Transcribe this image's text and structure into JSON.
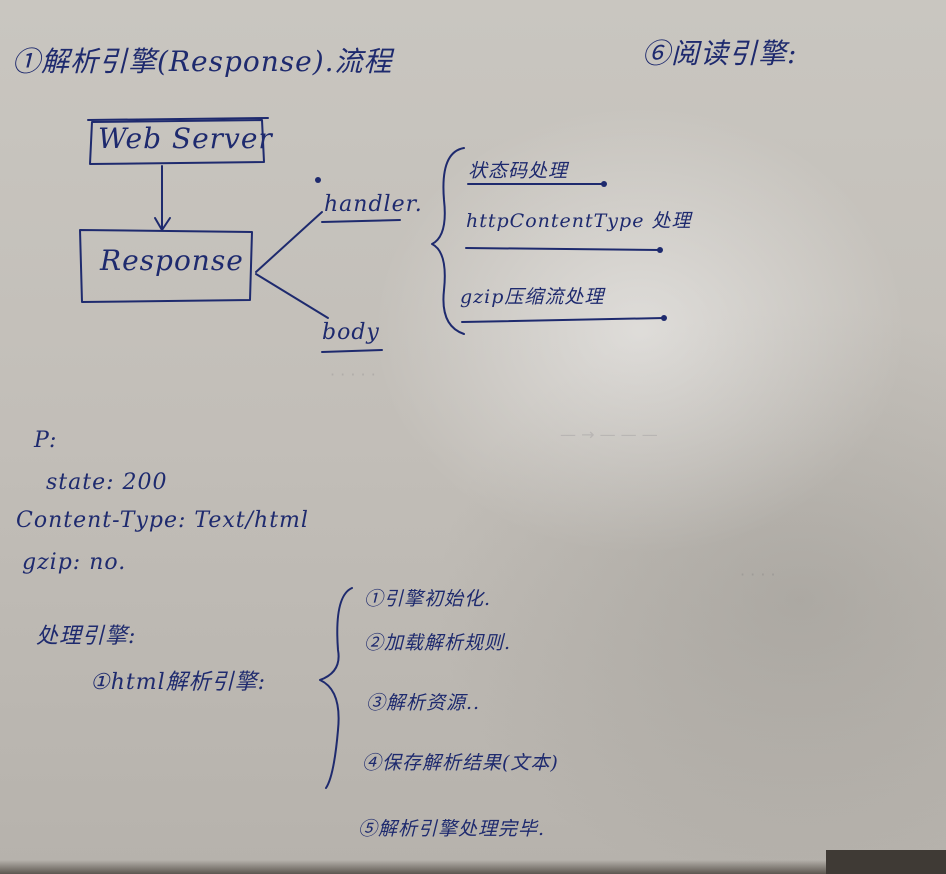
{
  "notes": {
    "title": "①解析引擎(Response).流程",
    "aside": "⑥阅读引擎:",
    "box_webserver": "Web Server",
    "box_response": "Response",
    "branch_header": "handler.",
    "branch_body": "body",
    "list_status": "状态码处理",
    "list_content_type": "httpContentType 处理",
    "list_gzip": "gzip压缩流处理",
    "p_label": "P:",
    "p_state": "state: 200",
    "p_content_type": "Content-Type: Text/html",
    "p_gzip": "gzip: no.",
    "process_label": "处理引擎:",
    "process_html": "①html解析引擎:",
    "steps": [
      "①引擎初始化.",
      "②加载解析规则.",
      "③解析资源..",
      "④保存解析结果(文本)",
      "⑤解析引擎处理完毕."
    ]
  },
  "colors": {
    "ink": "#1e2a6e",
    "paper": "#c6c2bc"
  }
}
